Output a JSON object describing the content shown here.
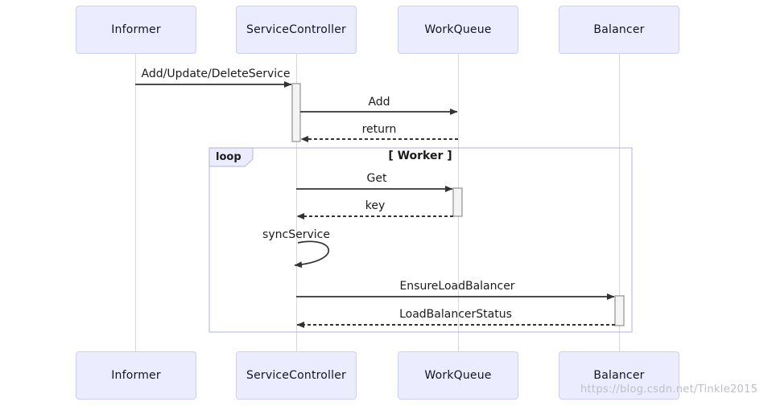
{
  "diagram": {
    "type": "sequence",
    "participants": [
      {
        "id": "informer",
        "name": "Informer"
      },
      {
        "id": "servicecontroller",
        "name": "ServiceController"
      },
      {
        "id": "workqueue",
        "name": "WorkQueue"
      },
      {
        "id": "balancer",
        "name": "Balancer"
      }
    ],
    "messages": [
      {
        "from": "Informer",
        "to": "ServiceController",
        "label": "Add/Update/DeleteService",
        "style": "solid"
      },
      {
        "from": "ServiceController",
        "to": "WorkQueue",
        "label": "Add",
        "style": "solid"
      },
      {
        "from": "WorkQueue",
        "to": "ServiceController",
        "label": "return",
        "style": "dashed"
      },
      {
        "from": "ServiceController",
        "to": "WorkQueue",
        "label": "Get",
        "style": "solid"
      },
      {
        "from": "WorkQueue",
        "to": "ServiceController",
        "label": "key",
        "style": "dashed"
      },
      {
        "from": "ServiceController",
        "to": "ServiceController",
        "label": "syncService",
        "style": "self"
      },
      {
        "from": "ServiceController",
        "to": "Balancer",
        "label": "EnsureLoadBalancer",
        "style": "solid"
      },
      {
        "from": "Balancer",
        "to": "ServiceController",
        "label": "LoadBalancerStatus",
        "style": "dashed"
      }
    ],
    "loop": {
      "label": "loop",
      "condition": "[ Worker ]"
    },
    "watermark": "https://blog.csdn.net/Tinkle2015",
    "colors": {
      "actor_fill": "#ECECFF",
      "actor_border": "#CFCFF0",
      "loop_border": "#BFBFE8",
      "arrow": "#333333",
      "activation_fill": "#F4F4F4",
      "activation_border": "#999999",
      "lifeline": "#D8D8D8",
      "watermark": "#B9BCC4"
    }
  }
}
